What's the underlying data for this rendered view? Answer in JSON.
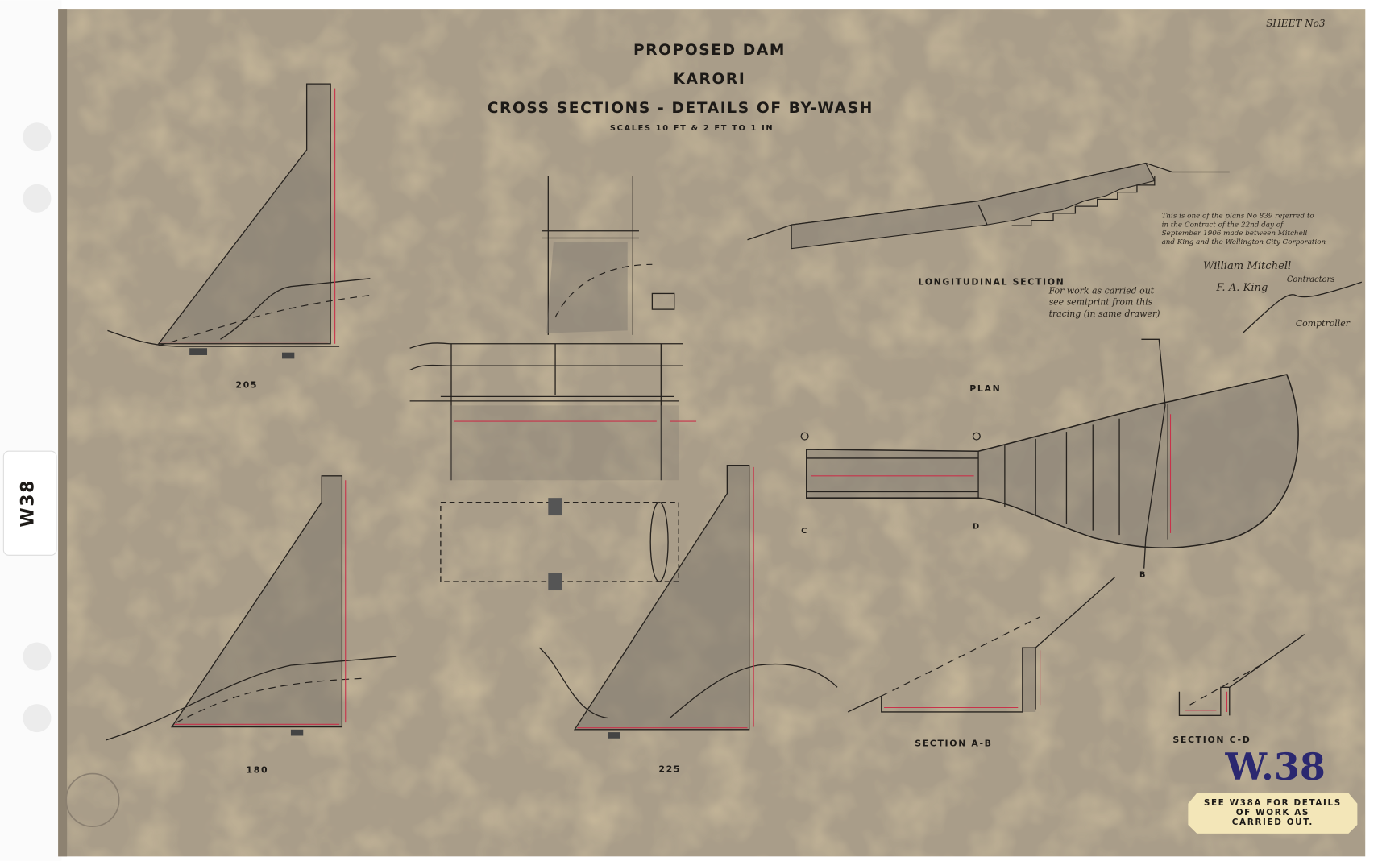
{
  "title": {
    "line1": "PROPOSED DAM",
    "line2": "KARORI",
    "line3": "CROSS SECTIONS - DETAILS OF BY-WASH",
    "scales": "SCALES 10 FT & 2 FT TO 1 IN"
  },
  "sheet": "SHEET No3",
  "tab_label": "W38",
  "stamp": "W.38",
  "labels": {
    "section_205": "205",
    "section_180": "180",
    "section_225": "225",
    "longitudinal": "LONGITUDINAL SECTION",
    "plan": "PLAN",
    "section_ab": "SECTION A-B",
    "section_cd": "SECTION C-D"
  },
  "notes": {
    "carried_out": [
      "For work as carried out",
      "see semiprint from this",
      "tracing (in same drawer)"
    ],
    "contract": [
      "This is one of the plans No 839 referred to",
      "in the Contract of the 22nd day of",
      "September 1906 made between Mitchell",
      "and King and the Wellington City Corporation"
    ],
    "sig1": "William Mitchell",
    "sig2": "F. A. King",
    "contractors": "Contractors",
    "sig3": "Comptroller"
  },
  "paste_label": [
    "SEE W38A FOR DETAILS",
    "OF WORK AS",
    "CARRIED OUT."
  ],
  "colors": {
    "paper": "#a99d89",
    "ink": "#1d1a17",
    "dimension_red": "#c8324a",
    "stamp_blue": "#2b2870",
    "label_paper": "#f3e6b8"
  }
}
